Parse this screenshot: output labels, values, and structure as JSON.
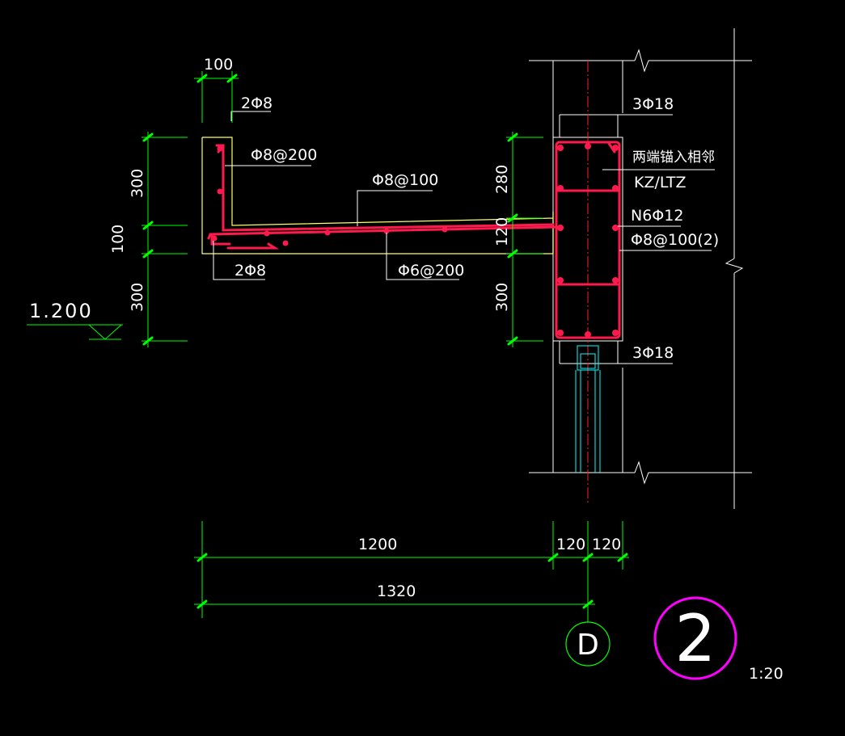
{
  "colors": {
    "background": "#000000",
    "outline": "#ffffff",
    "concrete": "#ffff66",
    "rebar": "#ff1a4d",
    "dimension": "#00ff00",
    "axis": "#ff2020",
    "grid_circle": "#00ff00",
    "detail_circle": "#ff00ff",
    "window": "#00ffff"
  },
  "dimensions": {
    "top_width": "100",
    "left_300_top": "300",
    "left_100": "100",
    "left_300_bottom": "300",
    "right_280": "280",
    "right_120": "120",
    "right_300": "300",
    "bottom_1200": "1200",
    "bottom_120_left": "120",
    "bottom_120_right": "120",
    "bottom_1320": "1320"
  },
  "labels": {
    "edge_top_bars": "2Φ8",
    "edge_stirrups": "Φ8@200",
    "slab_top_bars": "Φ8@100",
    "edge_bottom_bars": "2Φ8",
    "slab_bottom_bars": "Φ6@200",
    "beam_top_bars": "3Φ18",
    "anchor_note_line1": "两端锚入相邻",
    "anchor_note_line2": "KZ/LTZ",
    "beam_side_bars": "N6Φ12",
    "beam_stirrups": "Φ8@100(2)",
    "beam_bottom_bars": "3Φ18"
  },
  "elevation": "1.200",
  "grid_axis": "D",
  "detail_number": "2",
  "scale": "1:20"
}
